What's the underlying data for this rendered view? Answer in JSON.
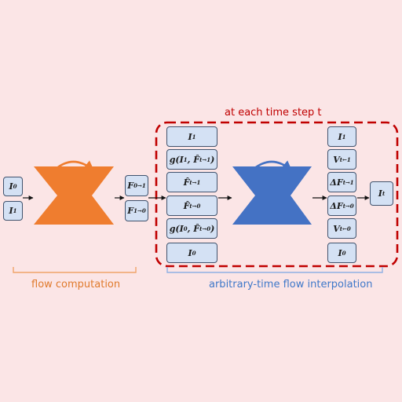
{
  "colors": {
    "background": "#fbe5e6",
    "orange": "#ef7d2f",
    "blue": "#4472c4",
    "red": "#c00000",
    "box_fill": "#d4e1f4"
  },
  "captions": {
    "flow_computation": "flow computation",
    "interpolation": "arbitrary-time flow interpolation",
    "time_step": "at each time step t"
  },
  "inputs": {
    "i0": {
      "base": "I",
      "sub": "0"
    },
    "i1": {
      "base": "I",
      "sub": "1"
    }
  },
  "flows": {
    "f01": {
      "base": "F",
      "sub": "0→1"
    },
    "f10": {
      "base": "F",
      "sub": "1→0"
    }
  },
  "mid_stack": [
    {
      "base": "I",
      "sub": "1"
    },
    {
      "base": "g(I",
      "sub": "1",
      "rest": ", F̂",
      "sub2": "t→1",
      "tail": ")"
    },
    {
      "base": "F̂",
      "sub": "t→1"
    },
    {
      "base": "F̂",
      "sub": "t→0"
    },
    {
      "base": "g(I",
      "sub": "0",
      "rest": ", F̂",
      "sub2": "t→0",
      "tail": ")"
    },
    {
      "base": "I",
      "sub": "0"
    }
  ],
  "out_stack": [
    {
      "base": "I",
      "sub": "1"
    },
    {
      "base": "V",
      "sub": "t←1"
    },
    {
      "base": "ΔF",
      "sub": "t→1"
    },
    {
      "base": "ΔF",
      "sub": "t→0"
    },
    {
      "base": "V",
      "sub": "t←0"
    },
    {
      "base": "I",
      "sub": "0"
    }
  ],
  "output": {
    "base": "I",
    "sub": "t"
  }
}
